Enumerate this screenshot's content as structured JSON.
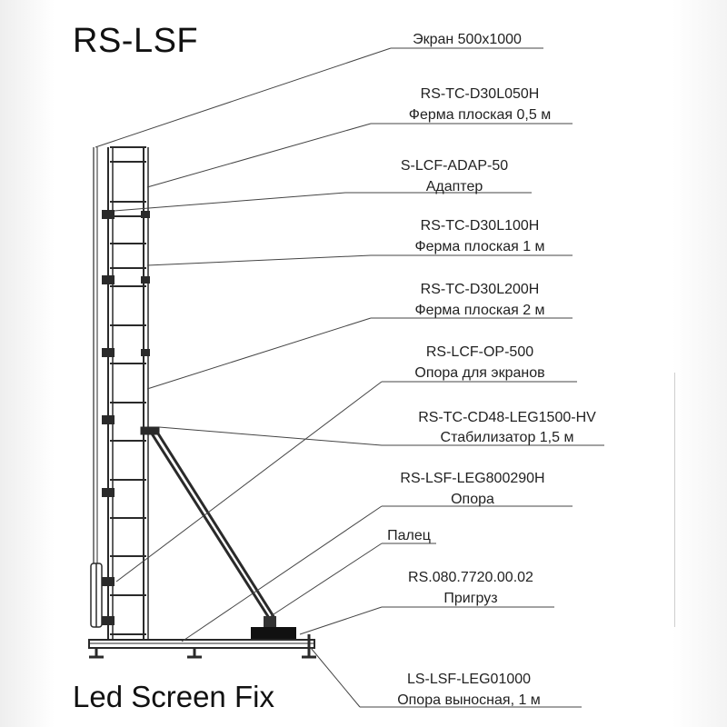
{
  "title": "RS-LSF",
  "subtitle": "Led Screen Fix",
  "labels": [
    {
      "code": "Экран 500x1000",
      "name": ""
    },
    {
      "code": "RS-TC-D30L050H",
      "name": "Ферма плоская 0,5 м"
    },
    {
      "code": "S-LCF-ADAP-50",
      "name": "Адаптер"
    },
    {
      "code": "RS-TC-D30L100H",
      "name": "Ферма плоская 1 м"
    },
    {
      "code": "RS-TC-D30L200H",
      "name": "Ферма плоская 2 м"
    },
    {
      "code": "RS-LCF-OP-500",
      "name": "Опора для экранов"
    },
    {
      "code": "RS-TC-CD48-LEG1500-HV",
      "name": "Стабилизатор 1,5 м"
    },
    {
      "code": "RS-LSF-LEG800290H",
      "name": "Опора"
    },
    {
      "code": "Палец",
      "name": ""
    },
    {
      "code": "RS.080.7720.00.02",
      "name": "Пригруз"
    },
    {
      "code": "LS-LSF-LEG01000",
      "name": "Опора выносная, 1 м"
    }
  ],
  "colors": {
    "line": "#2a2a2a",
    "text": "#222222"
  }
}
